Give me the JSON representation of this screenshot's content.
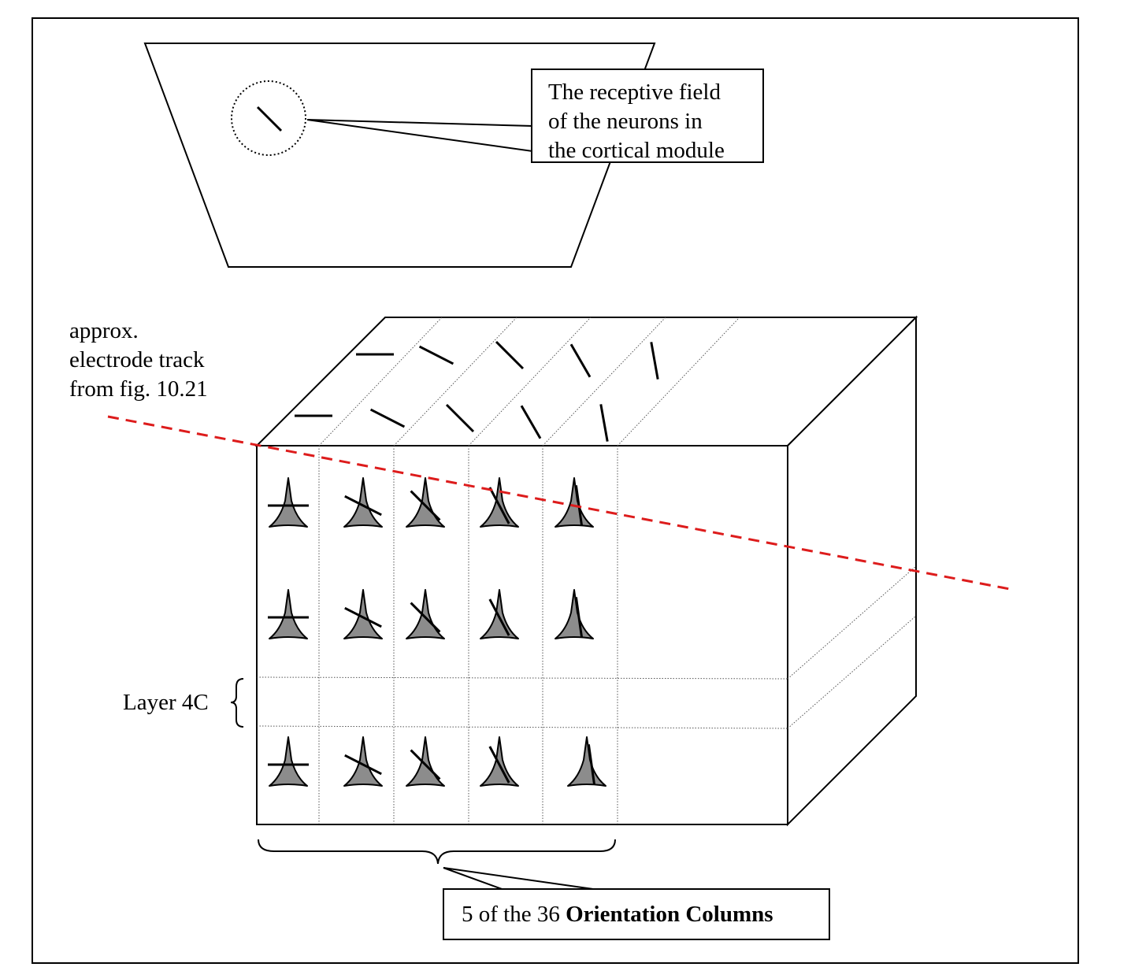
{
  "receptive_field_callout": {
    "lines": [
      "The receptive field",
      "of the neurons in",
      "the cortical module"
    ]
  },
  "electrode_label": {
    "lines": [
      "approx.",
      "electrode track",
      "from fig. 10.21"
    ]
  },
  "layer_label": "Layer 4C",
  "columns_callout": {
    "prefix": "5 of the 36 ",
    "bold": "Orientation Columns"
  },
  "colors": {
    "electrode_track": "#dd1c1c",
    "neuron_fill": "#8c8c8c",
    "line": "#000000"
  },
  "top_orientations_deg": [
    0,
    27,
    45,
    60,
    80
  ],
  "neuron_orientations_deg": [
    [
      0,
      27,
      45,
      62,
      82
    ],
    [
      0,
      27,
      45,
      62,
      82
    ],
    [
      0,
      27,
      45,
      62,
      82
    ]
  ]
}
